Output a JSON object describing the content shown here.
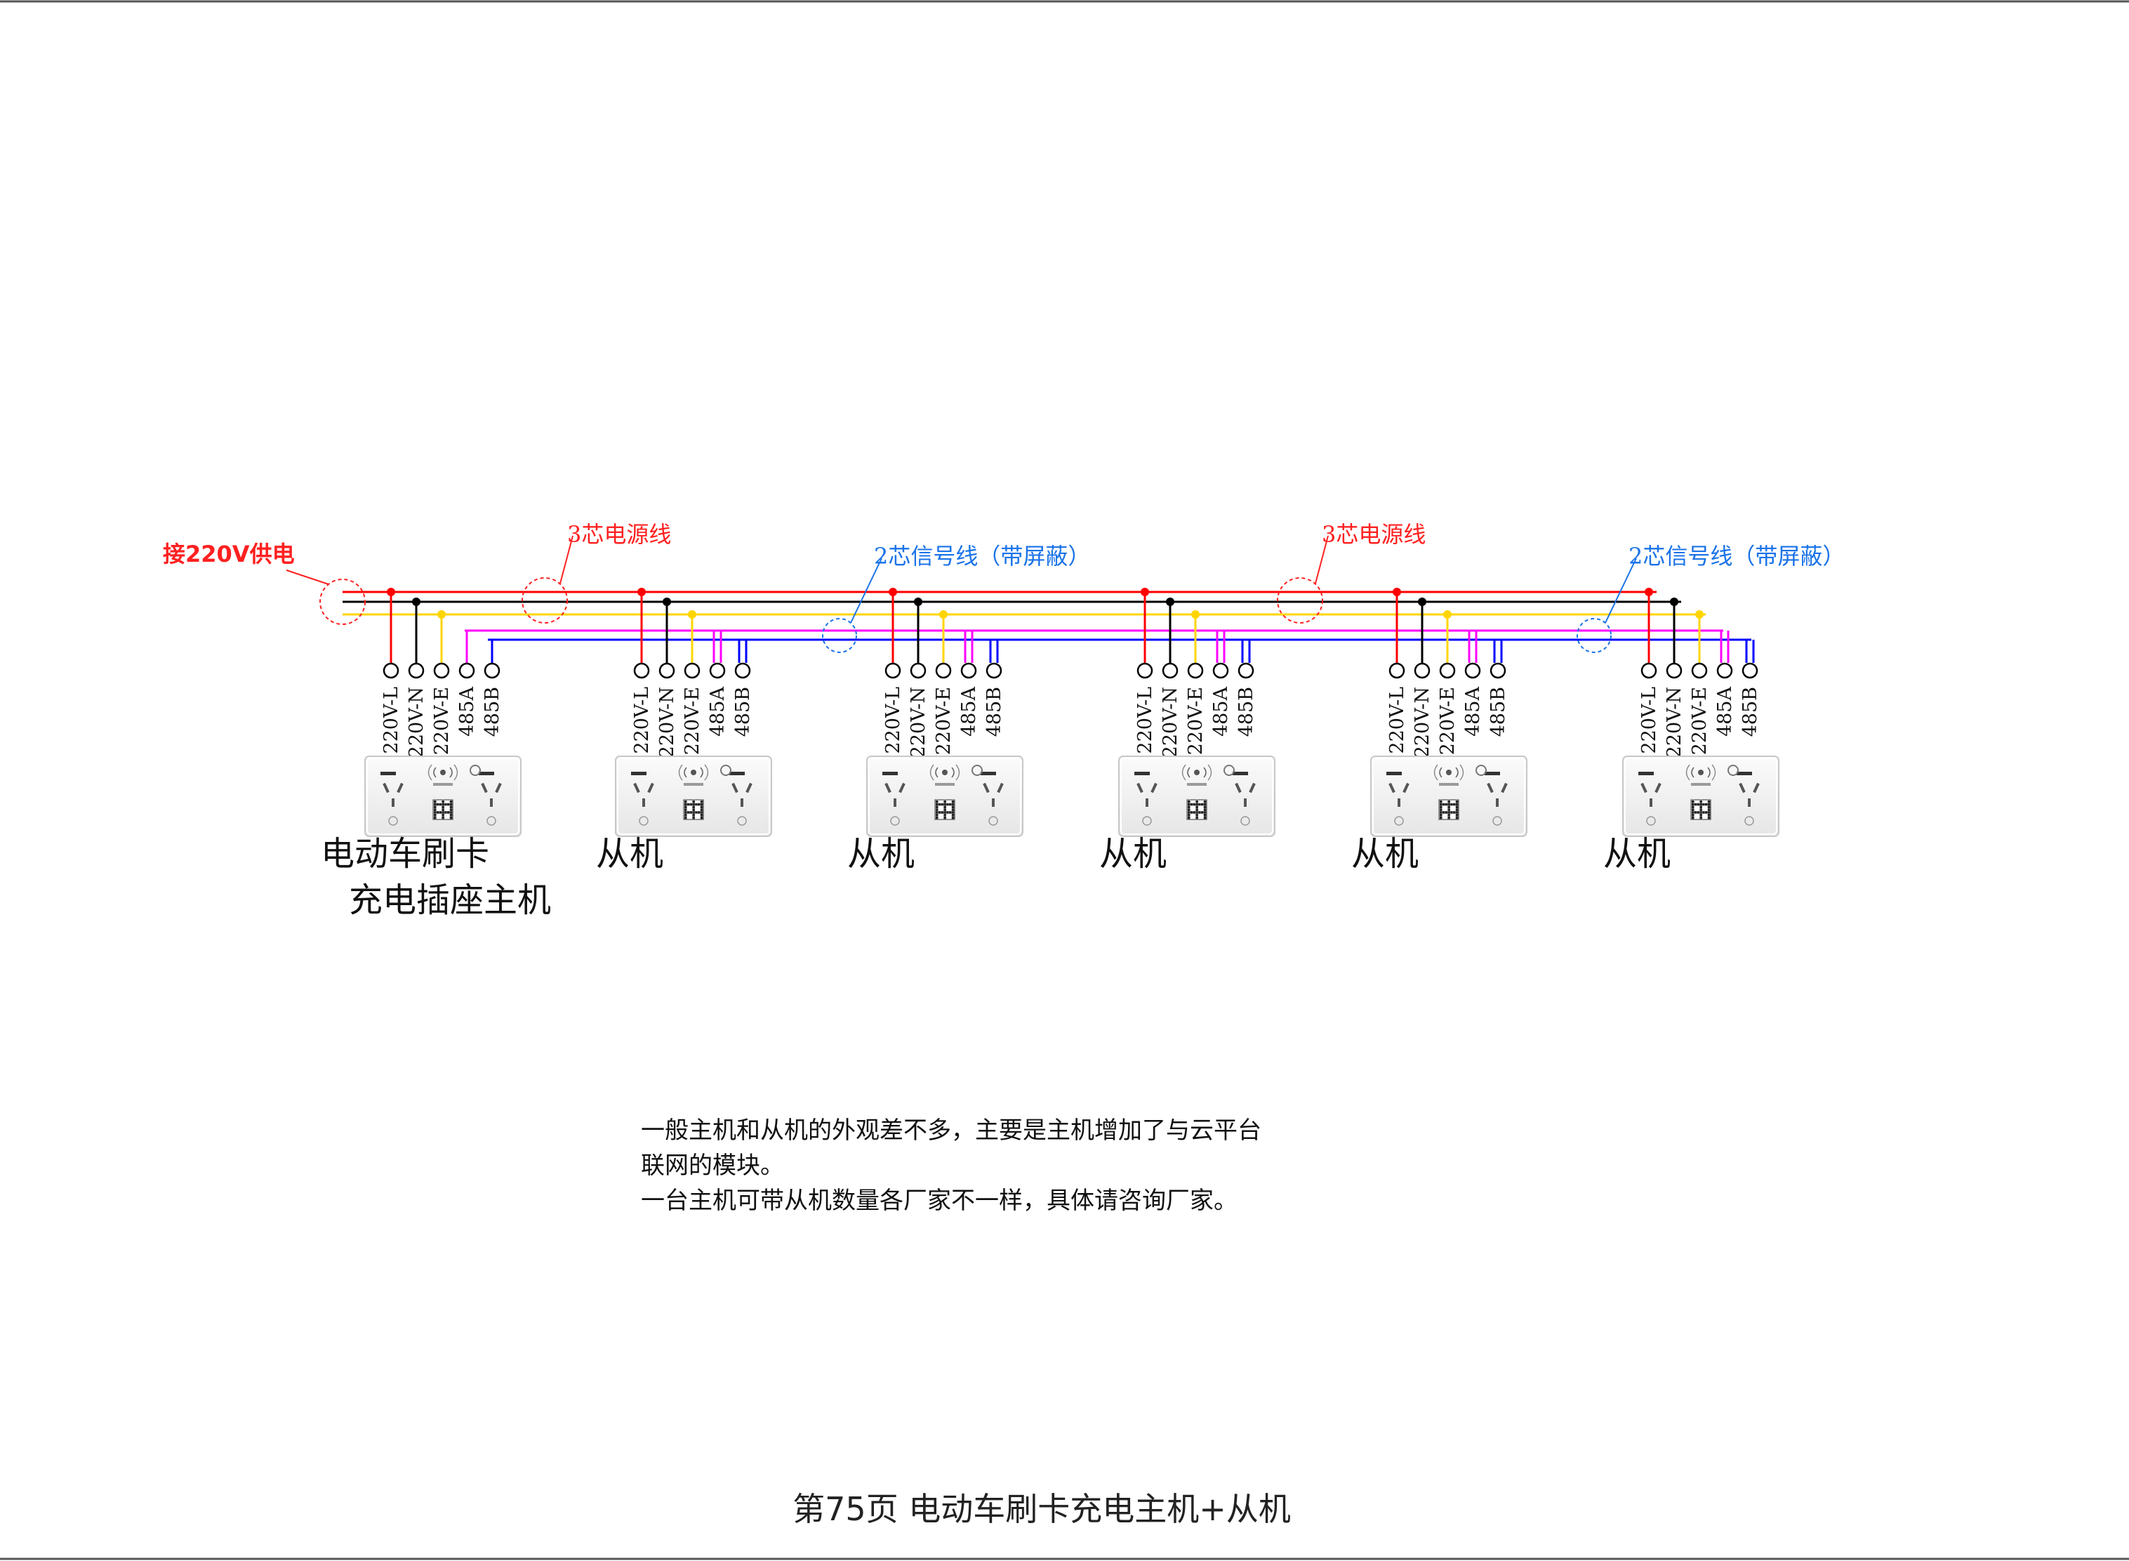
{
  "colors": {
    "live": "#ff0000",
    "neutral": "#000000",
    "earth": "#ffd500",
    "rs485a": "#ff00ff",
    "rs485b": "#0000ff",
    "power_label": "#ff2020",
    "signal_label": "#1a73e8",
    "frame": "#555555"
  },
  "labels": {
    "supply": "接220V供电",
    "power_cable": "3芯电源线",
    "signal_cable": "2芯信号线（带屏蔽）"
  },
  "terminals": [
    "220V-L",
    "220V-N",
    "220V-E",
    "485A",
    "485B"
  ],
  "units": [
    {
      "role": "host",
      "caption_line1": "电动车刷卡",
      "caption_line2": "充电插座主机"
    },
    {
      "role": "slave",
      "caption_line1": "从机"
    },
    {
      "role": "slave",
      "caption_line1": "从机"
    },
    {
      "role": "slave",
      "caption_line1": "从机"
    },
    {
      "role": "slave",
      "caption_line1": "从机"
    },
    {
      "role": "slave",
      "caption_line1": "从机"
    }
  ],
  "notes": [
    "一般主机和从机的外观差不多，主要是主机增加了与云平台",
    "联网的模块。",
    "一台主机可带从机数量各厂家不一样，具体请咨询厂家。"
  ],
  "footer": "第75页  电动车刷卡充电主机+从机"
}
